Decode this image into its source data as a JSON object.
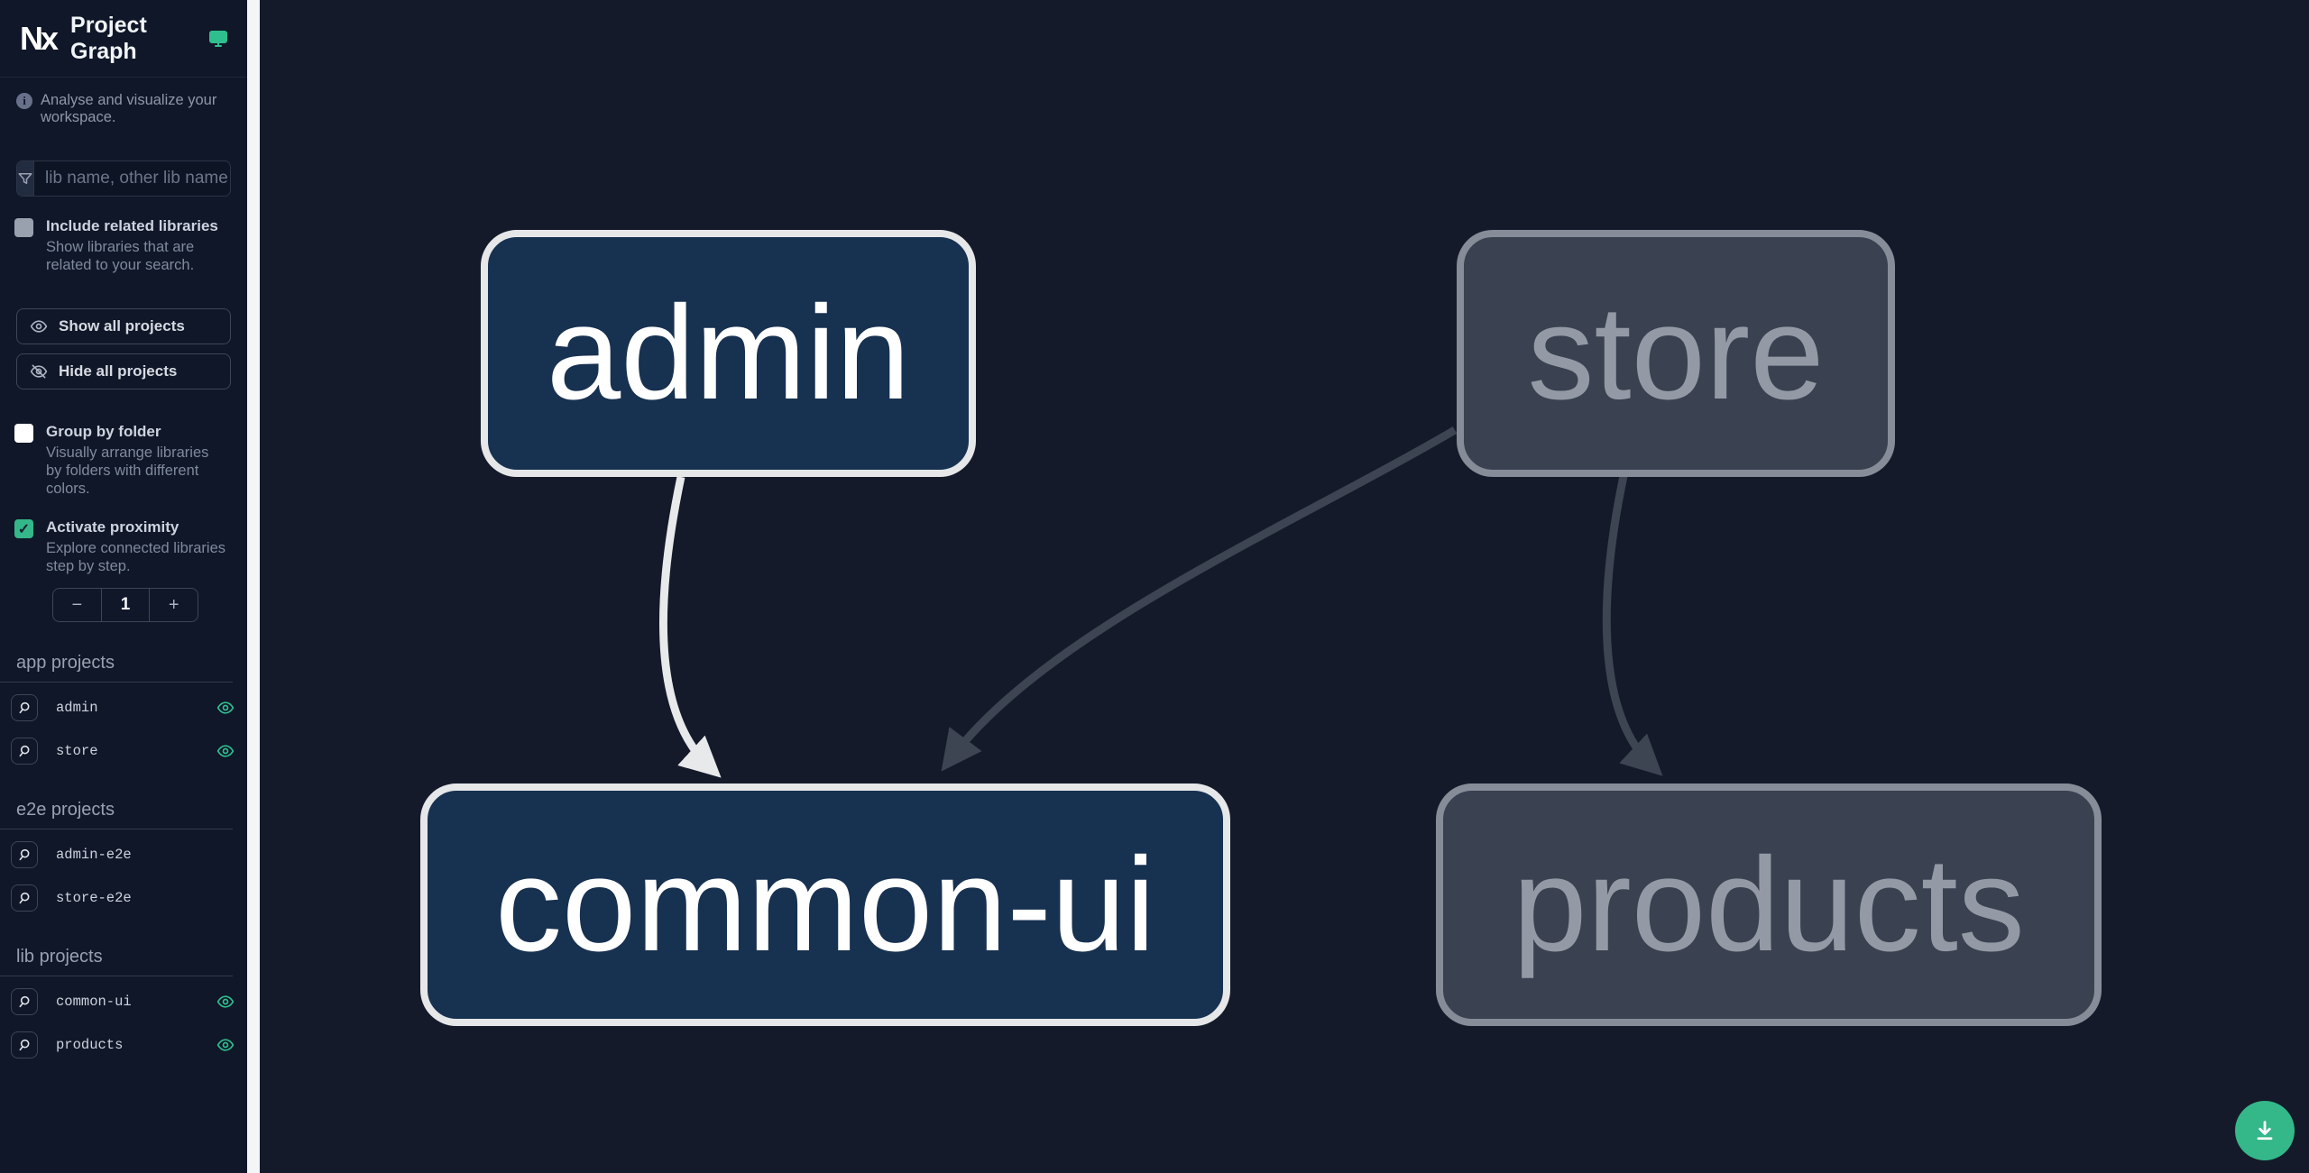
{
  "app": {
    "logo_text": "Nx",
    "title": "Project Graph"
  },
  "sidebar": {
    "tagline": "Analyse and visualize your workspace.",
    "filter": {
      "placeholder": "lib name, other lib name"
    },
    "related": {
      "label": "Include related libraries",
      "description": "Show libraries that are related to your search.",
      "checked": false
    },
    "actions": {
      "show_all": "Show all projects",
      "hide_all": "Hide all projects"
    },
    "group_by_folder": {
      "label": "Group by folder",
      "description": "Visually arrange libraries by folders with different colors.",
      "checked": false
    },
    "proximity": {
      "label": "Activate proximity",
      "description": "Explore connected libraries step by step.",
      "checked": true,
      "check_glyph": "✓",
      "decrement": "−",
      "value": "1",
      "increment": "+"
    },
    "sections": [
      {
        "title": "app projects",
        "items": [
          {
            "name": "admin",
            "visible": true
          },
          {
            "name": "store",
            "visible": true
          }
        ]
      },
      {
        "title": "e2e projects",
        "items": [
          {
            "name": "admin-e2e",
            "visible": false
          },
          {
            "name": "store-e2e",
            "visible": false
          }
        ]
      },
      {
        "title": "lib projects",
        "items": [
          {
            "name": "common-ui",
            "visible": true
          },
          {
            "name": "products",
            "visible": true
          }
        ]
      }
    ]
  },
  "graph": {
    "nodes": [
      {
        "id": "admin",
        "label": "admin",
        "state": "focused"
      },
      {
        "id": "store",
        "label": "store",
        "state": "unfocused"
      },
      {
        "id": "common-ui",
        "label": "common-ui",
        "state": "focused"
      },
      {
        "id": "products",
        "label": "products",
        "state": "unfocused"
      }
    ],
    "edges": [
      {
        "from": "admin",
        "to": "common-ui",
        "state": "focused"
      },
      {
        "from": "store",
        "to": "common-ui",
        "state": "unfocused"
      },
      {
        "from": "store",
        "to": "products",
        "state": "unfocused"
      }
    ]
  },
  "colors": {
    "accent_teal": "#2fbf8f",
    "checkbox_checked": "#34b789",
    "node_focused_fill": "#173150",
    "node_focused_border": "#e6e7e9",
    "node_unfocused_fill": "#3a4150",
    "node_unfocused_border": "#878d98",
    "edge_focused": "#e8e9eb",
    "edge_unfocused": "#3d4452",
    "fab": "#34b789"
  }
}
